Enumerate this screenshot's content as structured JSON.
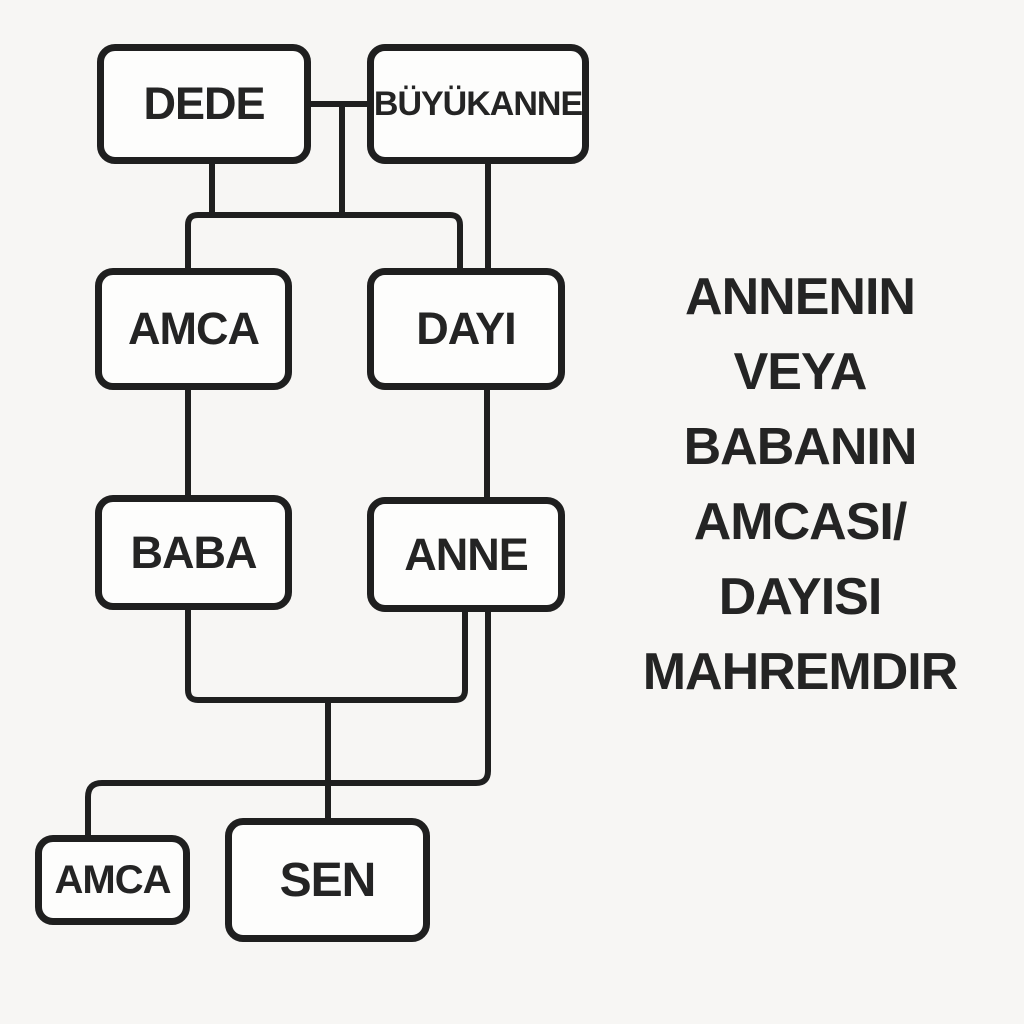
{
  "colors": {
    "background": "#f7f6f4",
    "line": "#1f1f1f",
    "box_fill": "#fdfdfc",
    "text": "#242424"
  },
  "nodes": [
    {
      "id": "dede",
      "label": "DEDE"
    },
    {
      "id": "buyukanne",
      "label": "BÜYÜKANNE"
    },
    {
      "id": "amca-upper",
      "label": "AMCA"
    },
    {
      "id": "dayi",
      "label": "DAYI"
    },
    {
      "id": "baba",
      "label": "BABA"
    },
    {
      "id": "anne",
      "label": "ANNE"
    },
    {
      "id": "amca-lower",
      "label": "AMCA"
    },
    {
      "id": "sen",
      "label": "SEN"
    }
  ],
  "caption": {
    "lines": [
      "ANNENIN",
      "VEYA",
      "BABANIN",
      "AMCASI/",
      "DAYISI",
      "MAHREMDIR"
    ]
  }
}
